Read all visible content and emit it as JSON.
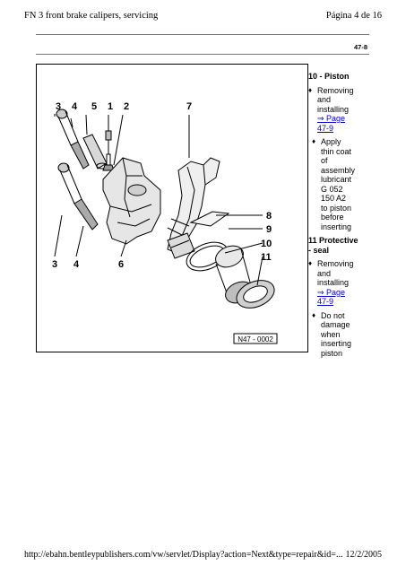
{
  "header": {
    "title": "FN 3 front brake calipers, servicing",
    "page": "Página 4 de 16",
    "section": "47-8"
  },
  "figure": {
    "callouts": [
      "3",
      "4",
      "5",
      "1",
      "2",
      "7",
      "8",
      "9",
      "10",
      "11",
      "3",
      "4",
      "6"
    ],
    "code": "N47 - 0002"
  },
  "legend": {
    "item10": {
      "title": "10 - Piston",
      "b1": [
        "Removing",
        "and",
        "installing"
      ],
      "b1_link": "⇒ Page",
      "b1_link2": "47-9",
      "b2": [
        "Apply",
        "thin coat",
        "of",
        "assembly",
        "lubricant",
        "G 052",
        "150 A2",
        "to piston",
        "before",
        "inserting"
      ]
    },
    "item11": {
      "title1": "11 Protective",
      "title2": " - seal",
      "b1": [
        "Removing",
        "and",
        "installing"
      ],
      "b1_link": "⇒ Page",
      "b1_link2": "47-9",
      "b2": [
        "Do not",
        "damage",
        "when",
        "inserting",
        "piston"
      ]
    },
    "bullet_glyph": "♦"
  },
  "footer": {
    "url": "http://ebahn.bentleypublishers.com/vw/servlet/Display?action=Next&type=repair&id=...",
    "date": "12/2/2005"
  }
}
